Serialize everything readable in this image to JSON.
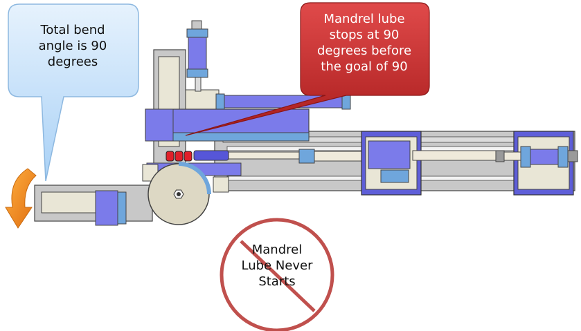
{
  "callouts": {
    "bend_angle": "Total bend angle is 90 degrees",
    "bend_angle_lines": [
      "Total bend",
      "angle is 90",
      "degrees"
    ],
    "lube_stop": "Mandrel lube stops at 90 degrees before the goal of 90",
    "lube_stop_lines": [
      "Mandrel lube",
      "stops at 90",
      "degrees before",
      "the goal of 90"
    ]
  },
  "no_start_badge": {
    "text": "Mandrel Lube Never Starts",
    "lines": [
      "Mandrel",
      "Lube Never",
      "Starts"
    ],
    "icon": "prohibition-sign-icon"
  },
  "colors": {
    "machine_purple": "#7b7bea",
    "machine_blue_accent": "#6fa6dc",
    "machine_gray": "#c8c8c8",
    "machine_cream": "#e9e6d6",
    "lube_red": "#e0202a",
    "callout_red": "#c2292b",
    "callout_blue": "#cfe6fb",
    "prohibit_red": "#c0504d",
    "arrow_orange": "#f08a1a"
  }
}
